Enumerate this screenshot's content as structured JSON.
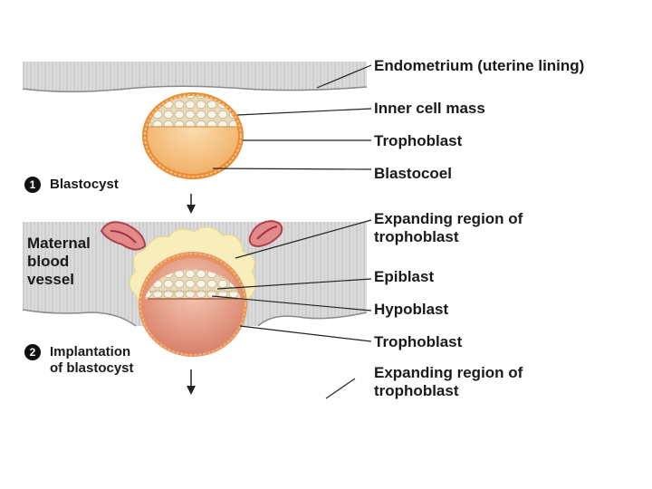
{
  "labels": {
    "endometrium": "Endometrium (uterine lining)",
    "inner_cell_mass": "Inner cell mass",
    "trophoblast_1": "Trophoblast",
    "blastocoel": "Blastocoel",
    "expanding_1_line1": "Expanding region of",
    "expanding_1_line2": "trophoblast",
    "epiblast": "Epiblast",
    "hypoblast": "Hypoblast",
    "trophoblast_2": "Trophoblast",
    "expanding_2_line1": "Expanding region of",
    "expanding_2_line2": "trophoblast",
    "maternal_line1": "Maternal",
    "maternal_line2": "blood",
    "maternal_line3": "vessel"
  },
  "steps": [
    {
      "number": "1",
      "line1": "Blastocyst",
      "line2": ""
    },
    {
      "number": "2",
      "line1": "Implantation",
      "line2": "of blastocyst"
    }
  ],
  "colors": {
    "tissue": "#d8d8d8",
    "tissue_edge": "#8a8a8a",
    "trophoblast": "#f2a24e",
    "blastocoel": "#f6c98f",
    "cells": "#f4f0e6",
    "expanding": "#f7ecb0",
    "vessel": "#c8525a",
    "embryo_2": "#eba68c"
  }
}
